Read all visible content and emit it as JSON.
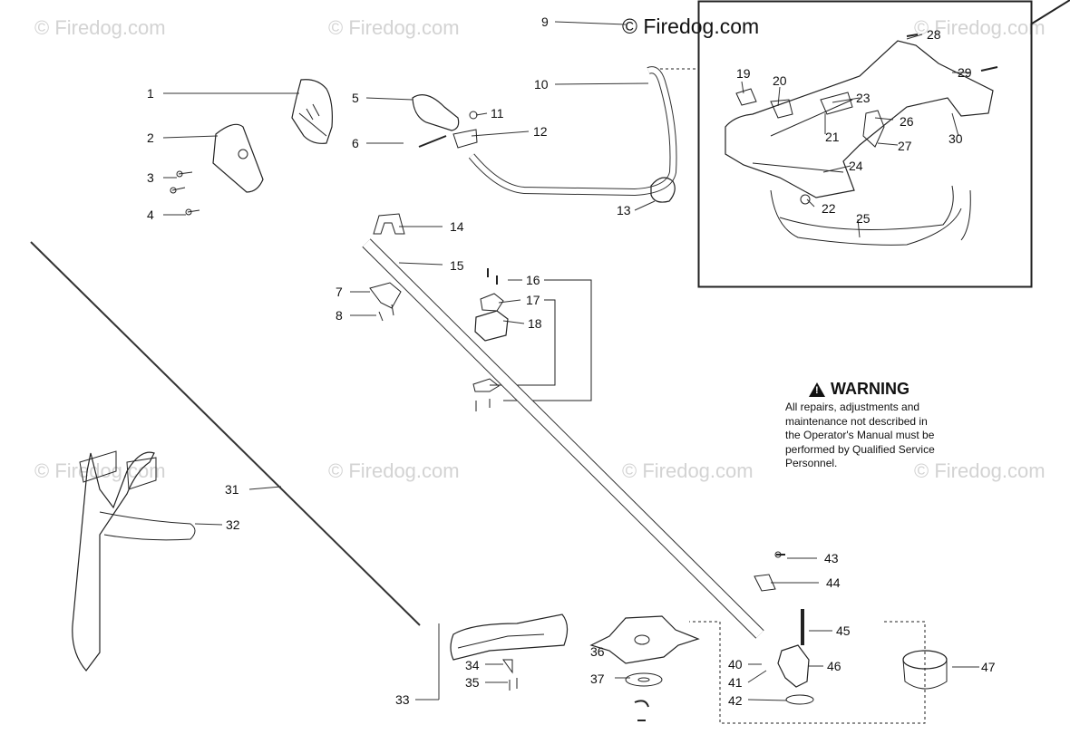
{
  "watermarks": [
    "© Firedog.com",
    "© Firedog.com",
    "© Firedog.com",
    "© Firedog.com",
    "© Firedog.com",
    "© Firedog.com",
    "© Firedog.com",
    "© Firedog.com"
  ],
  "copyright": "© Firedog.com",
  "warning": {
    "title": "WARNING",
    "lines": [
      "All repairs, adjustments and",
      "maintenance not described in",
      "the Operator's Manual must be",
      "performed by Qualified Service",
      "Personnel."
    ]
  },
  "callouts": [
    "1",
    "2",
    "3",
    "4",
    "5",
    "6",
    "7",
    "8",
    "9",
    "10",
    "11",
    "12",
    "13",
    "14",
    "15",
    "16",
    "17",
    "18",
    "19",
    "20",
    "21",
    "22",
    "23",
    "24",
    "25",
    "26",
    "27",
    "28",
    "29",
    "30",
    "31",
    "32",
    "33",
    "34",
    "35",
    "36",
    "37",
    "40",
    "41",
    "42",
    "43",
    "44",
    "45",
    "46",
    "47"
  ]
}
